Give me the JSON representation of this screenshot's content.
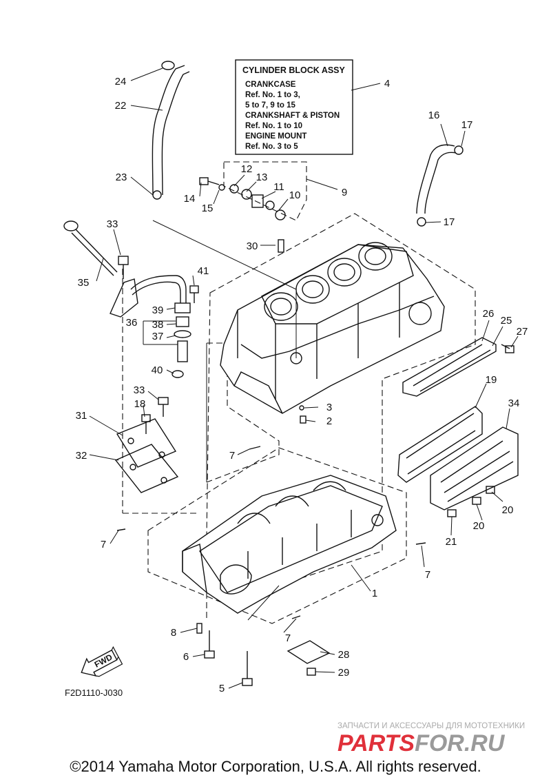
{
  "legend": {
    "title": "CYLINDER BLOCK ASSY",
    "lines": [
      "CRANKCASE",
      "Ref. No. 1 to 3,",
      "5 to 7, 9 to 15",
      "CRANKSHAFT & PISTON",
      "Ref. No. 1 to 10",
      "ENGINE MOUNT",
      "Ref. No. 3 to 5"
    ]
  },
  "callouts": [
    "24",
    "22",
    "4",
    "16",
    "17",
    "12",
    "13",
    "11",
    "10",
    "9",
    "23",
    "14",
    "15",
    "17",
    "33",
    "30",
    "35",
    "41",
    "39",
    "36",
    "38",
    "37",
    "26",
    "25",
    "27",
    "40",
    "3",
    "2",
    "19",
    "33",
    "34",
    "18",
    "31",
    "7",
    "32",
    "20",
    "20",
    "21",
    "7",
    "7",
    "1",
    "7",
    "8",
    "6",
    "28",
    "29",
    "5"
  ],
  "fwd_label": "FWD",
  "ref_code": "F2D1110-J030",
  "watermark": {
    "tagline": "ЗАПЧАСТИ И АКСЕССУАРЫ ДЛЯ МОТОТЕХНИКИ",
    "logo_part1": "PARTS",
    "logo_part2": "FOR.RU",
    "color_primary": "#e0303a",
    "color_secondary": "#9a9a9a"
  },
  "copyright": "©2014 Yamaha Motor Corporation, U.S.A. All rights reserved."
}
